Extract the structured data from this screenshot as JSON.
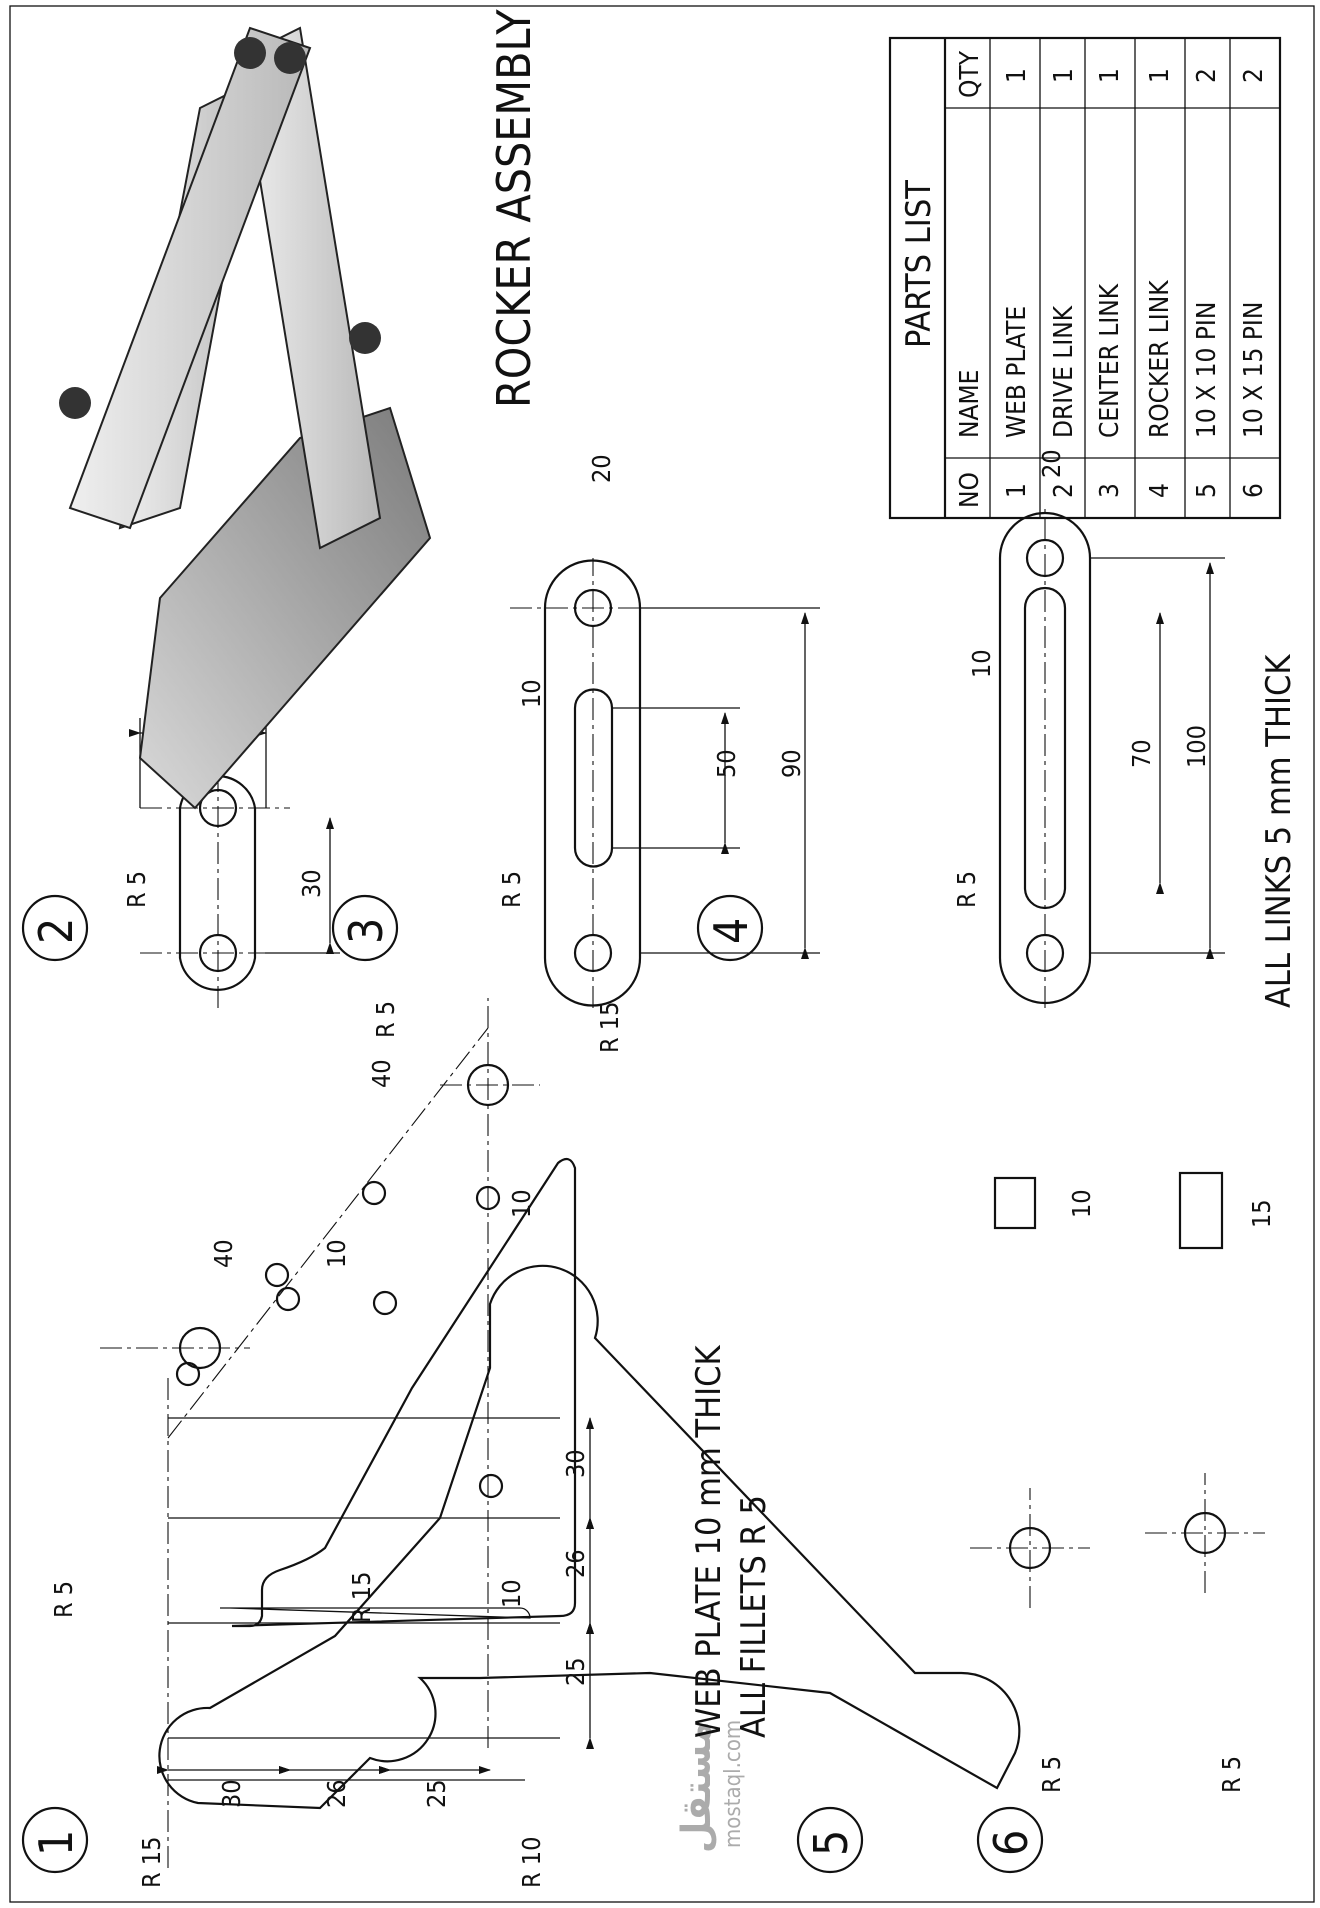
{
  "title": "ROCKER ASSEMBLY",
  "notes": {
    "web_plate_thickness": "WEB PLATE  10 mm  THICK",
    "web_plate_fillets": "ALL FILLETS R 5",
    "links_thickness": "ALL LINKS 5 mm THICK"
  },
  "parts_list": {
    "heading": "PARTS LIST",
    "columns": [
      "NO",
      "NAME",
      "QTY"
    ],
    "rows": [
      {
        "no": "1",
        "name": "WEB PLATE",
        "qty": "1"
      },
      {
        "no": "2",
        "name": "DRIVE LINK",
        "qty": "1"
      },
      {
        "no": "3",
        "name": "CENTER LINK",
        "qty": "1"
      },
      {
        "no": "4",
        "name": "ROCKER LINK",
        "qty": "1"
      },
      {
        "no": "5",
        "name": "10 X 10 PIN",
        "qty": "2"
      },
      {
        "no": "6",
        "name": "10 X 15 PIN",
        "qty": "2"
      }
    ]
  },
  "part_labels": [
    "1",
    "2",
    "3",
    "4",
    "5",
    "6"
  ],
  "dimensions": {
    "web_plate": {
      "r15_bottom": "R 15",
      "r15_top": "R 15",
      "r15_inner": "R 15",
      "r10": "R 10",
      "r5_left": "R 5",
      "r5_right": "R 5",
      "d30_bottom": "30",
      "d26_bottom": "26",
      "d25_bottom": "25",
      "d30_right": "30",
      "d26_right": "26",
      "d25_right": "25",
      "d40_upper": "40",
      "d40_lower": "40",
      "d10_diag": "10",
      "d10_vert": "10",
      "d10_horiz": "10"
    },
    "drive_link": {
      "r5": "R 5",
      "d30": "30",
      "d20": "20"
    },
    "center_link": {
      "r5": "R 5",
      "d10": "10",
      "d50": "50",
      "d90": "90",
      "d20": "20"
    },
    "rocker_link": {
      "r5": "R 5",
      "d10": "10",
      "d70": "70",
      "d100": "100",
      "d20": "20"
    },
    "pin_10x10": {
      "d10": "10",
      "r5": "R 5"
    },
    "pin_10x15": {
      "d15": "15",
      "r5": "R 5"
    }
  },
  "watermark": {
    "arabic": "مستقل",
    "latin": "mostaql.com"
  }
}
